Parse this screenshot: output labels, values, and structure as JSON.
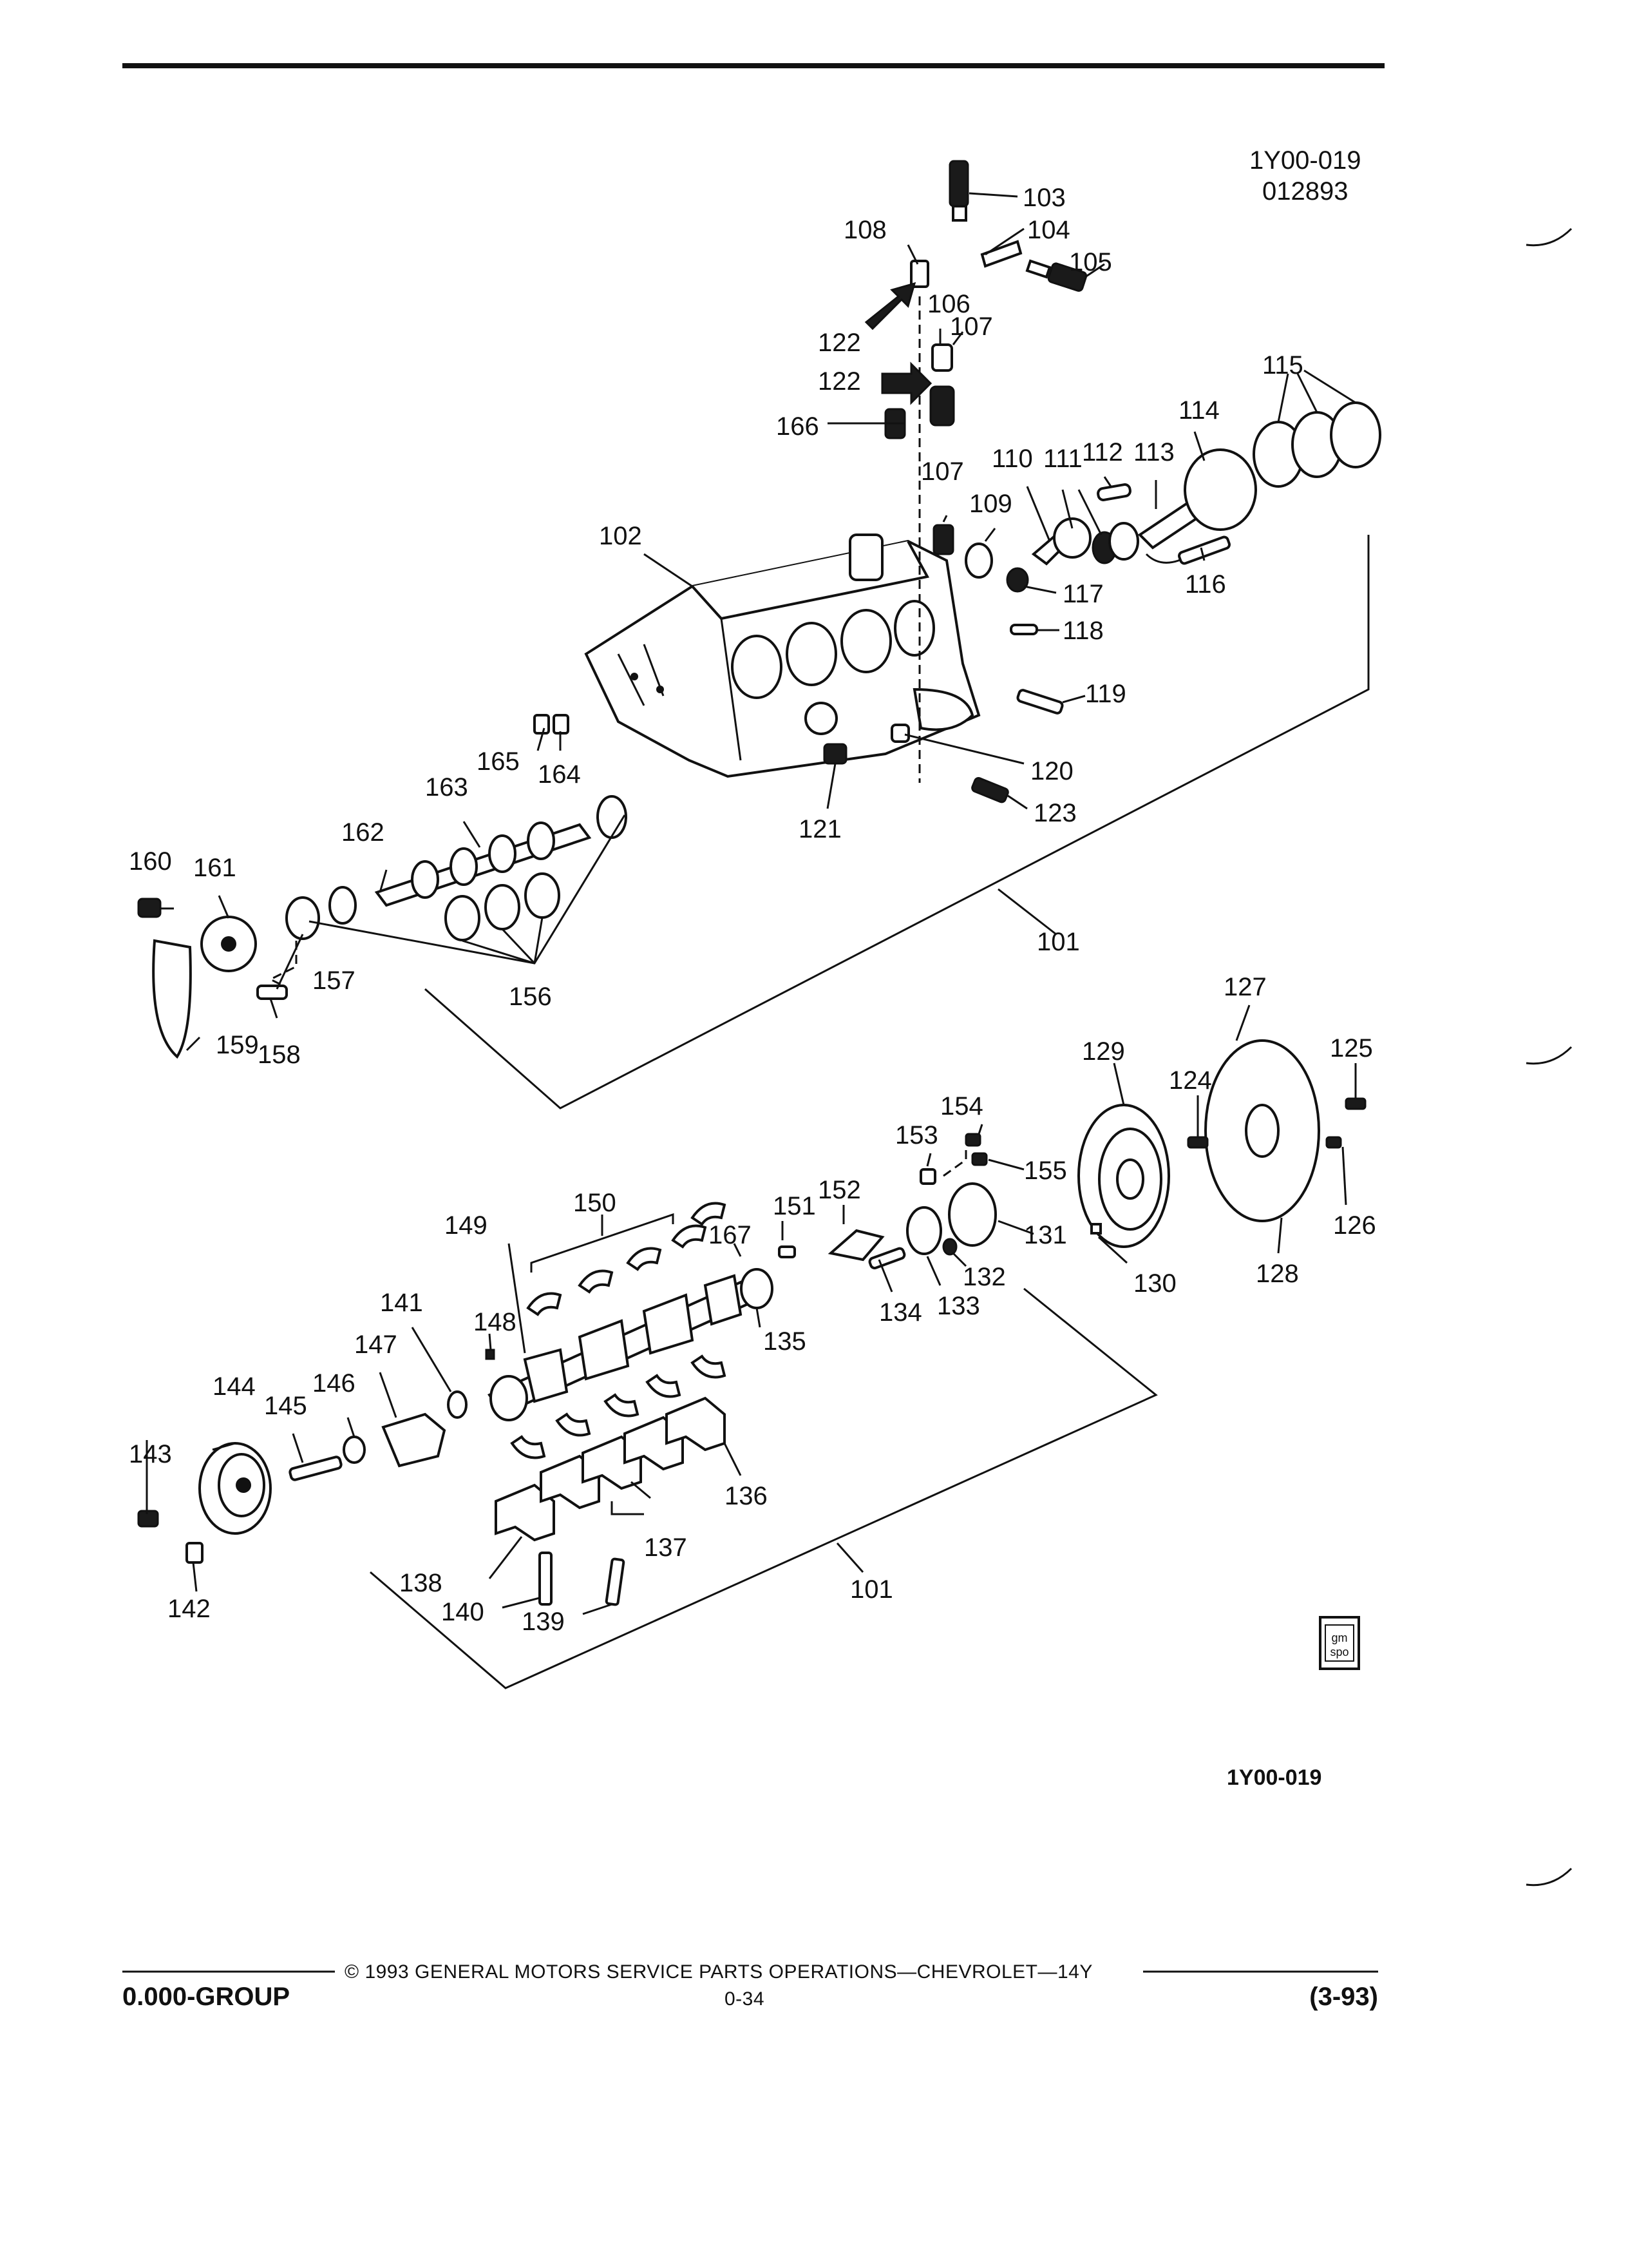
{
  "header": {
    "illustration_code": "1Y00-019",
    "date_code": "012893"
  },
  "callouts": [
    {
      "id": "c101a",
      "text": "101"
    },
    {
      "id": "c101b",
      "text": "101"
    },
    {
      "id": "c102",
      "text": "102"
    },
    {
      "id": "c103",
      "text": "103"
    },
    {
      "id": "c104",
      "text": "104"
    },
    {
      "id": "c105",
      "text": "105"
    },
    {
      "id": "c106",
      "text": "106"
    },
    {
      "id": "c107a",
      "text": "107"
    },
    {
      "id": "c107b",
      "text": "107"
    },
    {
      "id": "c108",
      "text": "108"
    },
    {
      "id": "c109",
      "text": "109"
    },
    {
      "id": "c110",
      "text": "110"
    },
    {
      "id": "c111",
      "text": "111"
    },
    {
      "id": "c112",
      "text": "112"
    },
    {
      "id": "c113",
      "text": "113"
    },
    {
      "id": "c114",
      "text": "114"
    },
    {
      "id": "c115",
      "text": "115"
    },
    {
      "id": "c116",
      "text": "116"
    },
    {
      "id": "c117",
      "text": "117"
    },
    {
      "id": "c118",
      "text": "118"
    },
    {
      "id": "c119",
      "text": "119"
    },
    {
      "id": "c120",
      "text": "120"
    },
    {
      "id": "c121",
      "text": "121"
    },
    {
      "id": "c122a",
      "text": "122"
    },
    {
      "id": "c122b",
      "text": "122"
    },
    {
      "id": "c123",
      "text": "123"
    },
    {
      "id": "c124",
      "text": "124"
    },
    {
      "id": "c125",
      "text": "125"
    },
    {
      "id": "c126",
      "text": "126"
    },
    {
      "id": "c127",
      "text": "127"
    },
    {
      "id": "c128",
      "text": "128"
    },
    {
      "id": "c129",
      "text": "129"
    },
    {
      "id": "c130",
      "text": "130"
    },
    {
      "id": "c131",
      "text": "131"
    },
    {
      "id": "c132",
      "text": "132"
    },
    {
      "id": "c133",
      "text": "133"
    },
    {
      "id": "c134",
      "text": "134"
    },
    {
      "id": "c135",
      "text": "135"
    },
    {
      "id": "c136",
      "text": "136"
    },
    {
      "id": "c137",
      "text": "137"
    },
    {
      "id": "c138",
      "text": "138"
    },
    {
      "id": "c139",
      "text": "139"
    },
    {
      "id": "c140",
      "text": "140"
    },
    {
      "id": "c141",
      "text": "141"
    },
    {
      "id": "c142",
      "text": "142"
    },
    {
      "id": "c143",
      "text": "143"
    },
    {
      "id": "c144",
      "text": "144"
    },
    {
      "id": "c145",
      "text": "145"
    },
    {
      "id": "c146",
      "text": "146"
    },
    {
      "id": "c147",
      "text": "147"
    },
    {
      "id": "c148",
      "text": "148"
    },
    {
      "id": "c149",
      "text": "149"
    },
    {
      "id": "c150",
      "text": "150"
    },
    {
      "id": "c151",
      "text": "151"
    },
    {
      "id": "c152",
      "text": "152"
    },
    {
      "id": "c153",
      "text": "153"
    },
    {
      "id": "c154",
      "text": "154"
    },
    {
      "id": "c155",
      "text": "155"
    },
    {
      "id": "c156",
      "text": "156"
    },
    {
      "id": "c157",
      "text": "157"
    },
    {
      "id": "c158",
      "text": "158"
    },
    {
      "id": "c159",
      "text": "159"
    },
    {
      "id": "c160",
      "text": "160"
    },
    {
      "id": "c161",
      "text": "161"
    },
    {
      "id": "c162",
      "text": "162"
    },
    {
      "id": "c163",
      "text": "163"
    },
    {
      "id": "c164",
      "text": "164"
    },
    {
      "id": "c165",
      "text": "165"
    },
    {
      "id": "c166",
      "text": "166"
    },
    {
      "id": "c167",
      "text": "167"
    }
  ],
  "logo": {
    "line1": "gm",
    "line2": "spo"
  },
  "bottom_code": "1Y00-019",
  "footer": {
    "copyright": "© 1993 GENERAL MOTORS SERVICE PARTS OPERATIONS—CHEVROLET—14Y",
    "group": "0.000-GROUP",
    "page": "0-34",
    "revision": "(3-93)"
  },
  "colors": {
    "ink": "#111111",
    "paper": "#ffffff"
  }
}
